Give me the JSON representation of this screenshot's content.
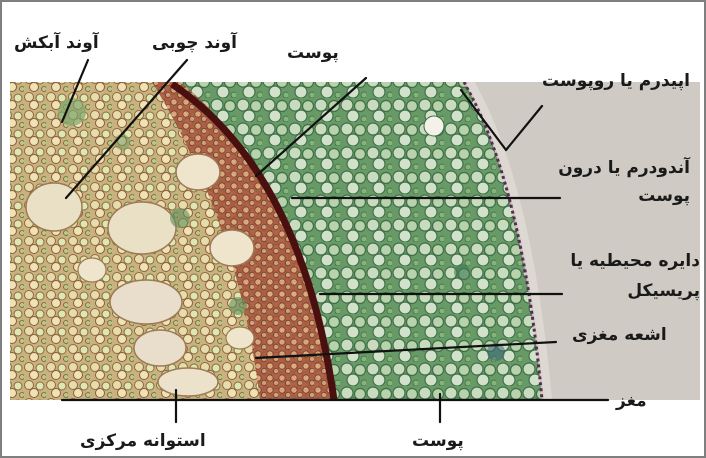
{
  "figure": {
    "labels": {
      "phloem": "آوند آبکش",
      "xylem": "آوند چوبی",
      "cortex_top": "پوست",
      "epidermis": "اپیدرم یا روپوست",
      "endodermis": "آندودرم یا درون پوست",
      "pericycle": "دایره محیطیه یا پریسیکل",
      "medullary_rays": "اشعه مغزی",
      "pith": "مغز",
      "vascular_cylinder": "استوانه مرکزی",
      "cortex_bottom": "پوست"
    }
  }
}
